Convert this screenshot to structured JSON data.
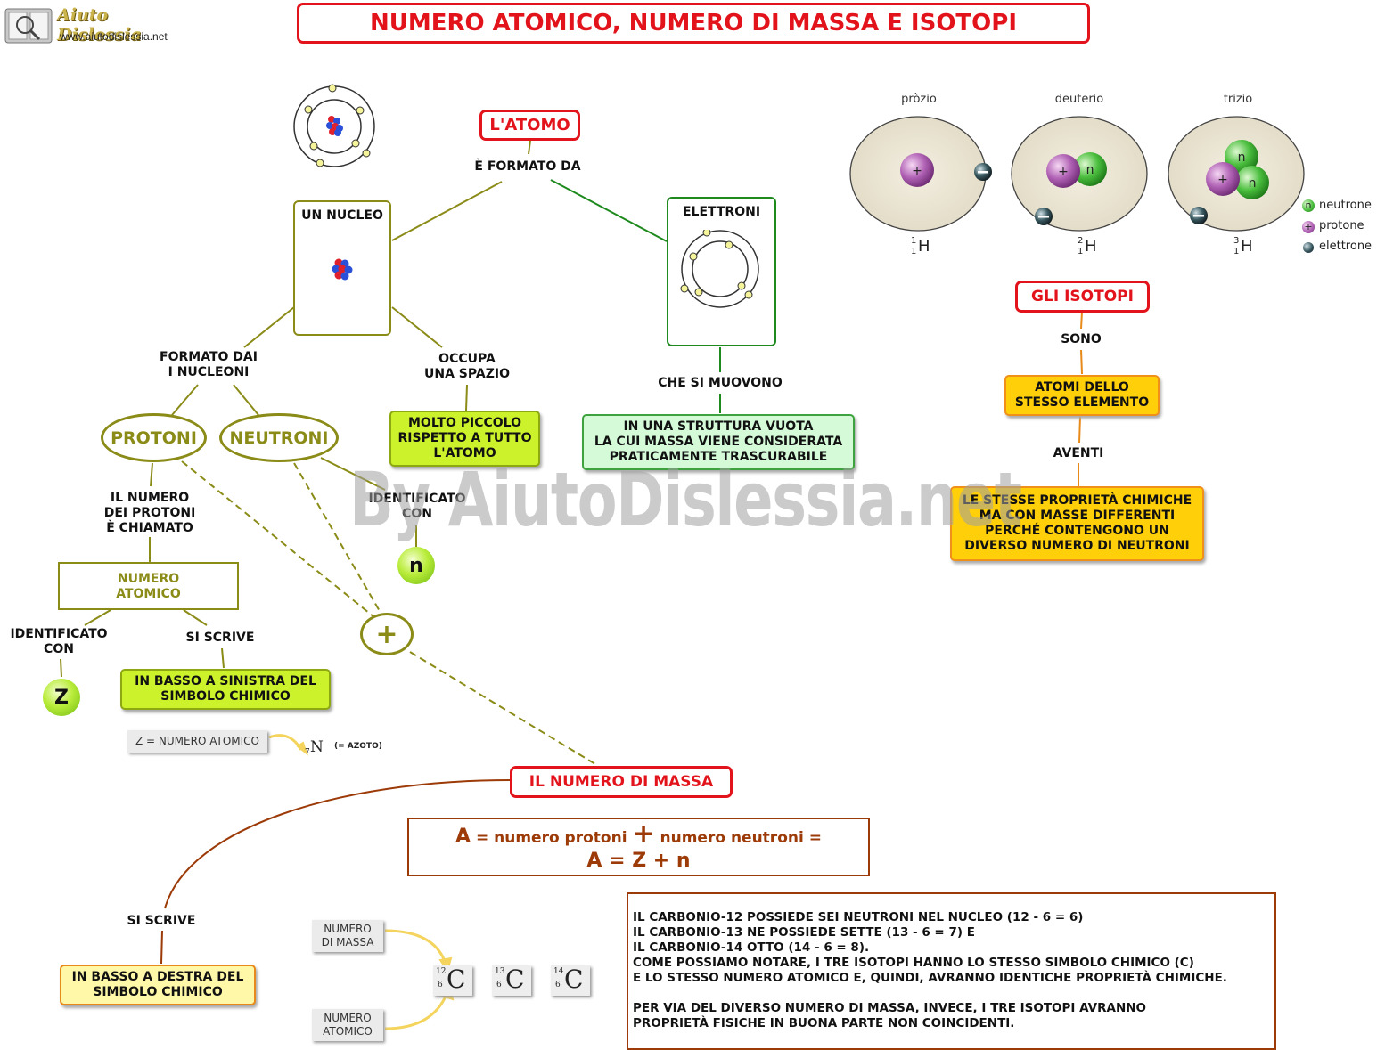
{
  "header": {
    "logo_title": "Aiuto Dislessia",
    "logo_url": "www.aiutodislessia.net",
    "title": "NUMERO ATOMICO, NUMERO DI MASSA E ISOTOPI"
  },
  "watermark": "By AiutoDislessia.net",
  "map": {
    "atomo": "L'ATOMO",
    "formato_da": "È FORMATO DA",
    "nucleo": "UN NUCLEO",
    "elettroni": "ELETTRONI",
    "formato_nucleoni": "FORMATO DAI\n I NUCLEONI",
    "occupa": "OCCUPA\nUNA SPAZIO",
    "che_si_muovono": "CHE SI MUOVONO",
    "molto_piccolo": "MOLTO PICCOLO\nRISPETTO A TUTTO\nL'ATOMO",
    "struttura_vuota": "IN UNA STRUTTURA VUOTA\nLA CUI MASSA VIENE CONSIDERATA\nPRATICAMENTE TRASCURABILE",
    "protoni": "PROTONI",
    "neutroni": "NEUTRONI",
    "il_numero_protoni": "IL NUMERO\nDEI PROTONI\nÈ CHIAMATO",
    "identificato_con_n": "IDENTIFICATO\nCON",
    "n_symbol": "n",
    "numero_atomico": "NUMERO\nATOMICO",
    "identificato_con_z": "IDENTIFICATO\nCON",
    "si_scrive_sx": "SI SCRIVE",
    "z_symbol": "Z",
    "in_basso_sinistra": "IN BASSO A SINISTRA DEL\nSIMBOLO CHIMICO",
    "plus_symbol": "+",
    "z_numero_atomico": "Z = NUMERO ATOMICO",
    "azoto_n": "N",
    "azoto_z": "7",
    "azoto_note": "(= AZOTO)",
    "numero_di_massa": "IL  NUMERO DI MASSA",
    "formula_A": "A",
    "formula_line1": " = numero protoni ",
    "formula_plus": "+",
    "formula_line1b": " numero neutroni =",
    "formula_line2": "A = Z + n",
    "si_scrive_dx": "SI SCRIVE",
    "in_basso_destra": "IN BASSO A DESTRA DEL\nSIMBOLO CHIMICO",
    "label_numero_massa": "NUMERO\nDI MASSA",
    "label_numero_atomico": "NUMERO\nATOMICO"
  },
  "carbon_isotopes": [
    {
      "mass": "12",
      "z": "6",
      "symbol": "C"
    },
    {
      "mass": "13",
      "z": "6",
      "symbol": "C"
    },
    {
      "mass": "14",
      "z": "6",
      "symbol": "C"
    }
  ],
  "isotopi": {
    "title": "GLI ISOTOPI",
    "sono": "SONO",
    "atomi": "ATOMI DELLO\nSTESSO ELEMENTO",
    "aventi": "AVENTI",
    "proprieta": "LE STESSE PROPRIETÀ CHIMICHE\nMA CON MASSE DIFFERENTI\nPERCHÉ CONTENGONO UN\nDIVERSO NUMERO DI NEUTRONI"
  },
  "hydrogen": [
    {
      "name": "pròzio",
      "mass": "1",
      "z": "1",
      "symbol": "H"
    },
    {
      "name": "deuterio",
      "mass": "2",
      "z": "1",
      "symbol": "H"
    },
    {
      "name": "trizio",
      "mass": "3",
      "z": "1",
      "symbol": "H"
    }
  ],
  "legend": {
    "neutrone": "neutrone",
    "protone": "protone",
    "elettrone": "elettrone",
    "n": "n",
    "plus": "+"
  },
  "carbon_text": {
    "line1": "IL CARBONIO-12 POSSIEDE SEI NEUTRONI NEL NUCLEO (12 - 6 = 6)",
    "line2": "IL CARBONIO-13 NE POSSIEDE SETTE (13 - 6 = 7) E",
    "line3": "IL CARBONIO-14 OTTO (14 - 6 = 8).",
    "line4": "COME POSSIAMO NOTARE, I TRE ISOTOPI HANNO LO STESSO SIMBOLO CHIMICO (C)",
    "line5": "E LO STESSO NUMERO ATOMICO E, QUINDI, AVRANNO IDENTICHE PROPRIETÀ CHIMICHE.",
    "line6": "PER VIA DEL DIVERSO NUMERO DI MASSA, INVECE, I TRE ISOTOPI AVRANNO",
    "line7": "PROPRIETÀ FISICHE IN BUONA PARTE NON COINCIDENTI."
  },
  "colors": {
    "red": "#e3131b",
    "olive": "#8b8b18",
    "lime": "#ccf22c",
    "green": "#d4fad8",
    "orange": "#ffcf0a",
    "brown": "#9c3a08"
  }
}
